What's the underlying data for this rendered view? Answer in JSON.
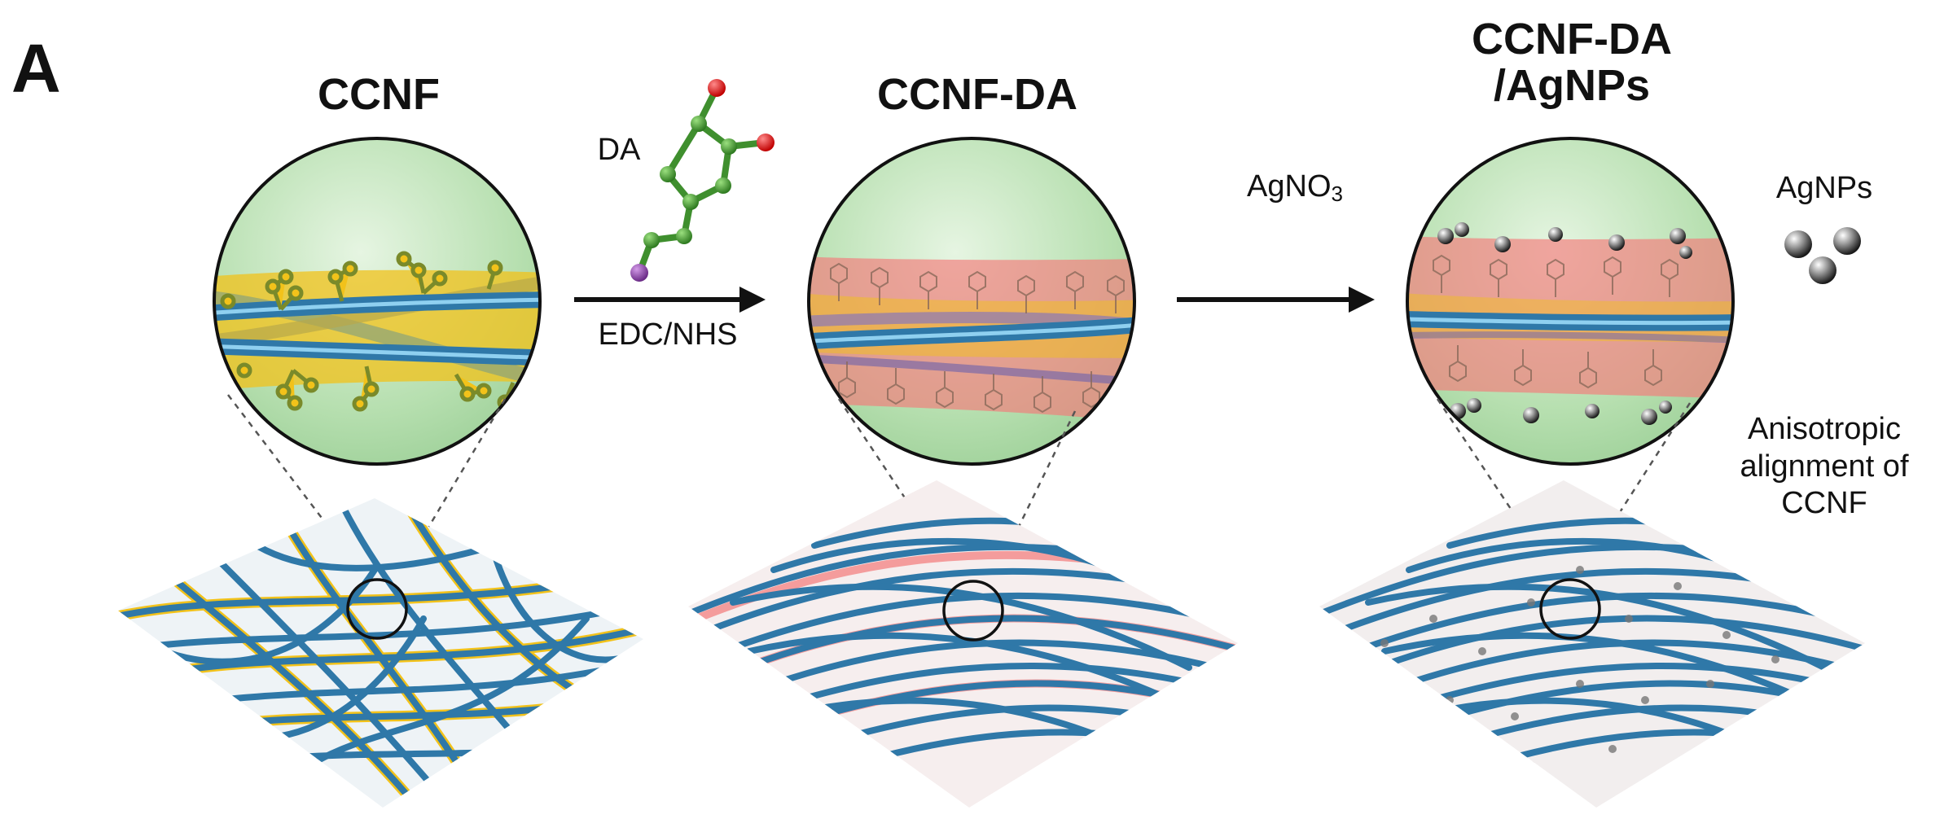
{
  "figure": {
    "panel_label": "A",
    "stages": [
      {
        "title": "CCNF"
      },
      {
        "title": "CCNF-DA"
      },
      {
        "title_line1": "CCNF-DA",
        "title_line2": "/AgNPs"
      }
    ],
    "step1": {
      "reagent_top": "DA",
      "reagent_bottom": "EDC/NHS"
    },
    "step2": {
      "reagent_main": "AgNO",
      "reagent_sub": "3"
    },
    "agnps_label": "AgNPs",
    "annotation": [
      "Anisotropic",
      "alignment of",
      "CCNF"
    ],
    "colors": {
      "fiber_blue": "#2f78a8",
      "yellow_band": "#f2c21a",
      "red_band": "#f47a7a",
      "bubble_green": "#b9e0b0",
      "oxygen_red": "#e01010",
      "carbon_green": "#3f8f2e",
      "iodine_purple": "#8e3fa8"
    }
  }
}
